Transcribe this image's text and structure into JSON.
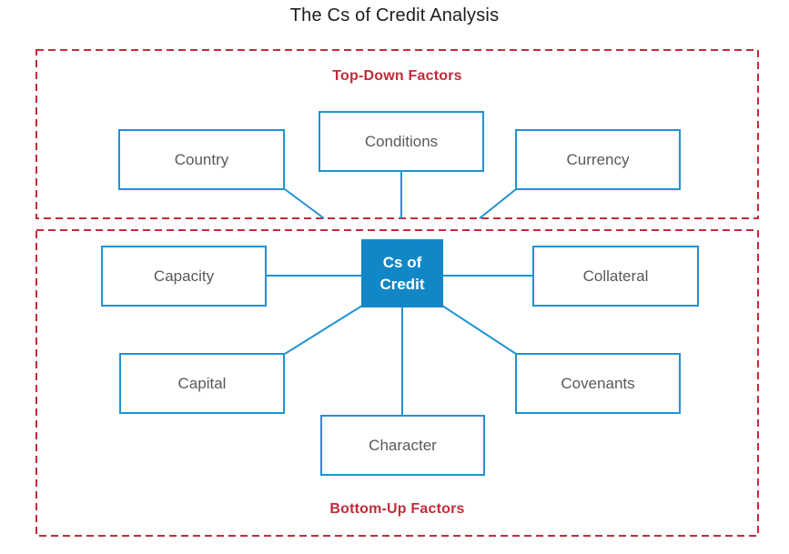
{
  "title": "The Cs of Credit Analysis",
  "section_labels": {
    "top": "Top-Down Factors",
    "bottom": "Bottom-Up Factors"
  },
  "center_node": {
    "line1": "Cs of",
    "line2": "Credit"
  },
  "nodes": {
    "country": {
      "label": "Country"
    },
    "conditions": {
      "label": "Conditions"
    },
    "currency": {
      "label": "Currency"
    },
    "capacity": {
      "label": "Capacity"
    },
    "collateral": {
      "label": "Collateral"
    },
    "capital": {
      "label": "Capital"
    },
    "covenants": {
      "label": "Covenants"
    },
    "character": {
      "label": "Character"
    }
  },
  "colors": {
    "center_fill_blue": "#1287c8",
    "node_border_blue": "#1e93d4",
    "connector_blue": "#1e93d4",
    "dashed_border_red": "#c32b3a",
    "section_label_red": "#c32b3a",
    "node_text_gray": "#58595b",
    "title_black": "#1c1c1c",
    "background": "#ffffff"
  }
}
